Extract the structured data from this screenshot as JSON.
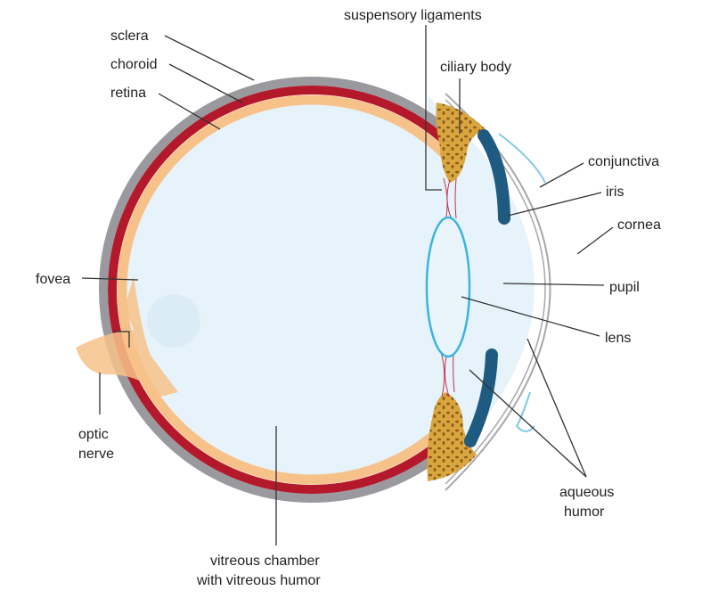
{
  "title": "Structure of the human eye",
  "labels": {
    "sclera": "sclera",
    "choroid": "choroid",
    "retina": "retina",
    "suspensory_ligaments": "suspensory ligaments",
    "ciliary_body": "ciliary body",
    "conjunctiva": "conjunctiva",
    "iris": "iris",
    "cornea": "cornea",
    "pupil": "pupil",
    "lens": "lens",
    "fovea": "fovea",
    "optic_nerve_1": "optic",
    "optic_nerve_2": "nerve",
    "aqueous_humor_1": "aqueous",
    "aqueous_humor_2": "humor",
    "vitreous_1": "vitreous chamber",
    "vitreous_2": "with vitreous humor"
  },
  "colors": {
    "sclera": "#9a9a9e",
    "choroid": "#b3192b",
    "retina": "#f7c289",
    "vitreous": "#e6f3fa",
    "iris": "#1f5a80",
    "lens": "#3bb4e0",
    "ciliary": "#d9a53f"
  }
}
